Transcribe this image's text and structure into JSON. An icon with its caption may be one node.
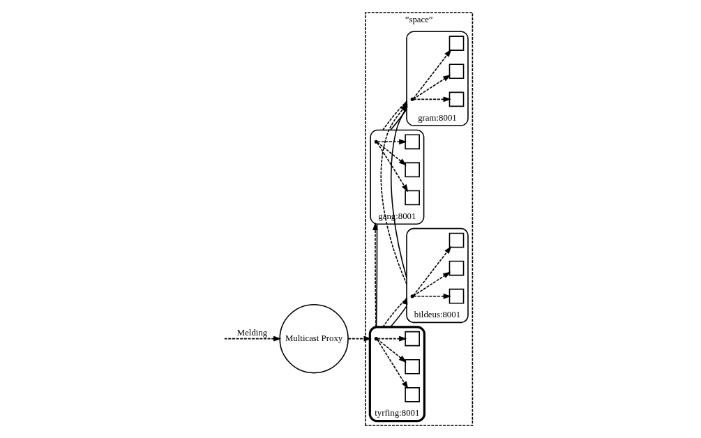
{
  "diagram": {
    "nodes": [
      {
        "text": [
          "”space”"
        ]
      },
      {
        "text": [
          "Multicast Proxy"
        ]
      },
      {
        "text": [
          "tyrfing:8001"
        ],
        "in": 0
      },
      {
        "text": [],
        "shape": "box",
        "in": 2
      },
      {
        "text": [],
        "shape": "box",
        "in": 2
      },
      {
        "text": [],
        "shape": "box",
        "in": 2
      },
      {
        "text": [],
        "shape": "point",
        "in": 2
      },
      {
        "text": [
          "bildeus:8001"
        ],
        "in": 0
      },
      {
        "text": [],
        "shape": "box",
        "in": 7
      },
      {
        "text": [],
        "shape": "box",
        "in": 7
      },
      {
        "text": [],
        "shape": "box",
        "in": 7
      },
      {
        "text": [],
        "shape": "point",
        "in": 7
      },
      {
        "text": [
          "gang:8001"
        ],
        "in": 0
      },
      {
        "text": [],
        "shape": "box",
        "in": 12
      },
      {
        "text": [],
        "shape": "box",
        "in": 12
      },
      {
        "text": [],
        "shape": "box",
        "in": 12
      },
      {
        "text": [],
        "shape": "point",
        "in": 12
      },
      {
        "text": [
          "gram:8001"
        ],
        "in": 0
      },
      {
        "text": [],
        "shape": "box",
        "in": 17
      },
      {
        "text": [],
        "shape": "box",
        "in": 17
      },
      {
        "text": [],
        "shape": "box",
        "in": 17
      },
      {
        "text": [],
        "shape": "point",
        "in": 17
      }
    ],
    "edges": [
      {
        "from": null,
        "to": 1,
        "arrow": "to",
        "label": "Melding",
        "style": "dashed"
      },
      {
        "from": 1,
        "to": 2,
        "arrow": "to",
        "style": "dashed"
      },
      {
        "from": 2,
        "to": 7,
        "arrow": "none"
      },
      {
        "from": 2,
        "to": 7,
        "arrow": "to",
        "style": "dashed"
      },
      {
        "from": 2,
        "to": 12,
        "arrow": "none"
      },
      {
        "from": 2,
        "to": 12,
        "arrow": "to",
        "style": "dashed"
      },
      {
        "from": 7,
        "to": 17,
        "arrow": "none"
      },
      {
        "from": 7,
        "to": 17,
        "arrow": "to",
        "style": "dashed"
      },
      {
        "from": 12,
        "to": 17,
        "arrow": "none"
      },
      {
        "from": 12,
        "to": 17,
        "arrow": "to",
        "style": "dashed"
      },
      {
        "from": 6,
        "to": 3,
        "arrow": "to",
        "style": "dashed"
      },
      {
        "from": 6,
        "to": 4,
        "arrow": "to",
        "style": "dashed"
      },
      {
        "from": 6,
        "to": 5,
        "arrow": "to",
        "style": "dashed"
      },
      {
        "from": 11,
        "to": 8,
        "arrow": "to",
        "style": "dashed"
      },
      {
        "from": 11,
        "to": 9,
        "arrow": "to",
        "style": "dashed"
      },
      {
        "from": 11,
        "to": 10,
        "arrow": "to",
        "style": "dashed"
      },
      {
        "from": 16,
        "to": 13,
        "arrow": "to",
        "style": "dashed"
      },
      {
        "from": 16,
        "to": 14,
        "arrow": "to",
        "style": "dashed"
      },
      {
        "from": 16,
        "to": 15,
        "arrow": "to",
        "style": "dashed"
      },
      {
        "from": 21,
        "to": 18,
        "arrow": "to",
        "style": "dashed"
      },
      {
        "from": 21,
        "to": 19,
        "arrow": "to",
        "style": "dashed"
      },
      {
        "from": 21,
        "to": 20,
        "arrow": "to",
        "style": "dashed"
      }
    ]
  }
}
